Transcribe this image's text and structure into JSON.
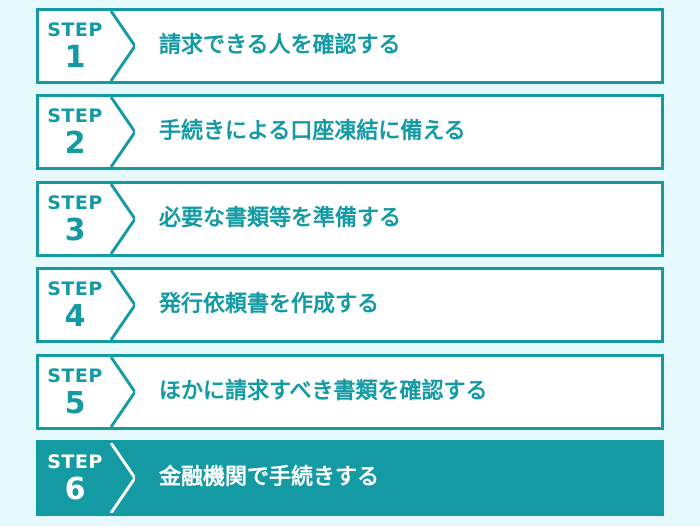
{
  "colors": {
    "background": "#e6f9fd",
    "accent": "#149aa3",
    "card": "#ffffff"
  },
  "steps": [
    {
      "step_word": "STEP",
      "number": "1",
      "label": "請求できる人を確認する",
      "active": false
    },
    {
      "step_word": "STEP",
      "number": "2",
      "label": "手続きによる口座凍結に備える",
      "active": false
    },
    {
      "step_word": "STEP",
      "number": "3",
      "label": "必要な書類等を準備する",
      "active": false
    },
    {
      "step_word": "STEP",
      "number": "4",
      "label": "発行依頼書を作成する",
      "active": false
    },
    {
      "step_word": "STEP",
      "number": "5",
      "label": "ほかに請求すべき書類を確認する",
      "active": false
    },
    {
      "step_word": "STEP",
      "number": "6",
      "label": "金融機関で手続きする",
      "active": true
    }
  ]
}
